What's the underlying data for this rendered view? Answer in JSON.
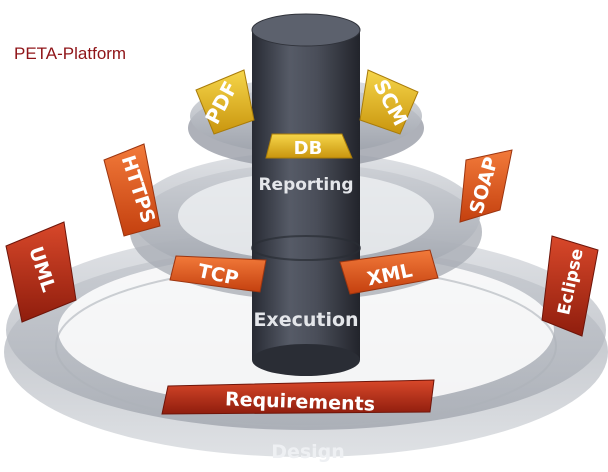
{
  "title": "PETA-Platform",
  "layers": {
    "top": "Reporting",
    "middle": "Execution",
    "bottom": "Design"
  },
  "segments": {
    "pdf": "PDF",
    "scm": "SCM",
    "db": "DB",
    "https": "HTTPS",
    "soap": "SOAP",
    "tcp": "TCP",
    "xml": "XML",
    "uml": "UML",
    "eclipse": "Eclipse",
    "requirements": "Requirements"
  },
  "colors": {
    "title": "#8f1418",
    "yellow_segment": "#e8b91c",
    "orange_segment": "#e0561e",
    "red_segment": "#b82e15",
    "cylinder": "#3f434e",
    "ring": "#b7bbc2"
  }
}
